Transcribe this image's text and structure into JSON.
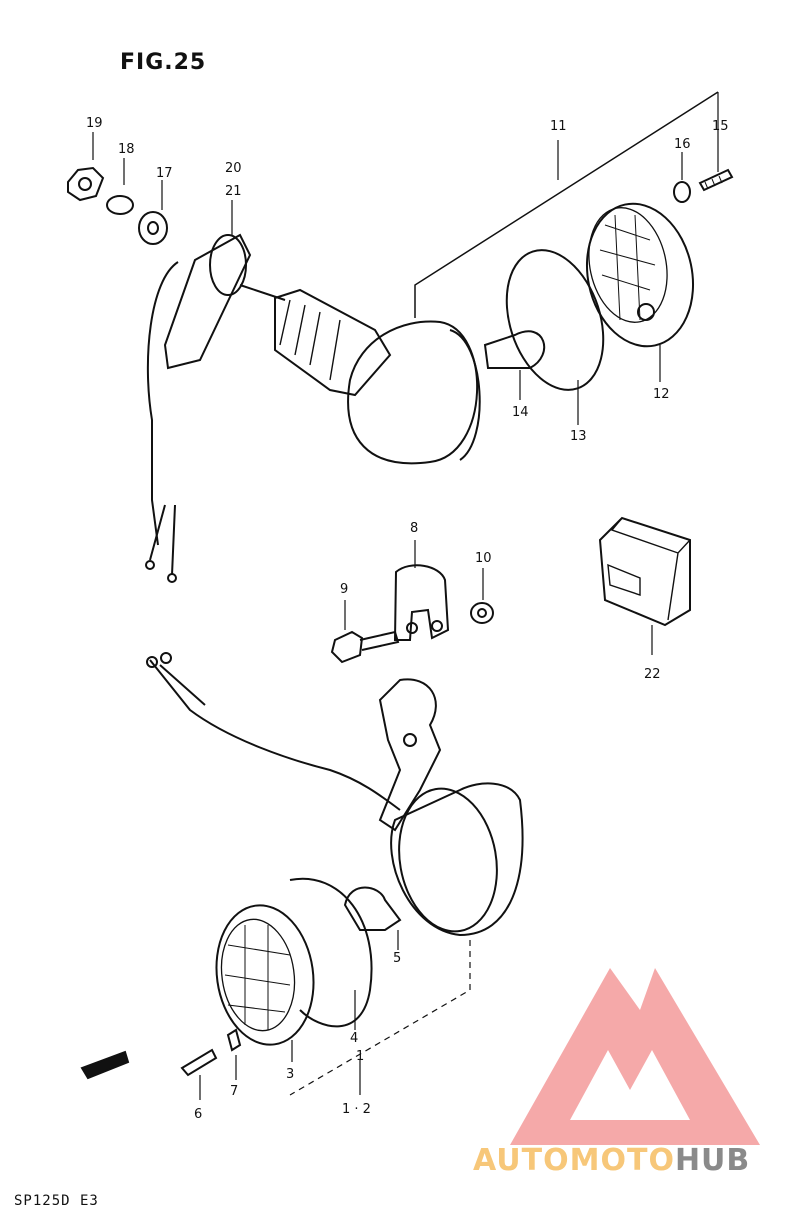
{
  "figure": {
    "title": "FIG.25",
    "model": "SP125D  E3"
  },
  "callouts": [
    "19",
    "18",
    "17",
    "20",
    "21",
    "11",
    "16",
    "15",
    "14",
    "13",
    "12",
    "8",
    "9",
    "10",
    "22",
    "5",
    "4",
    "3",
    "1",
    "1 · 2",
    "6",
    "7"
  ],
  "watermark": {
    "brand": "AUTOMOTOHUB",
    "part1": "AUTO",
    "part2": "MOTO",
    "part3": "HUB",
    "color_primary": "#f4a0a0",
    "color_text_1": "#f7c779",
    "color_text_2": "#8a8a8a"
  },
  "fwd_label": "FWD"
}
